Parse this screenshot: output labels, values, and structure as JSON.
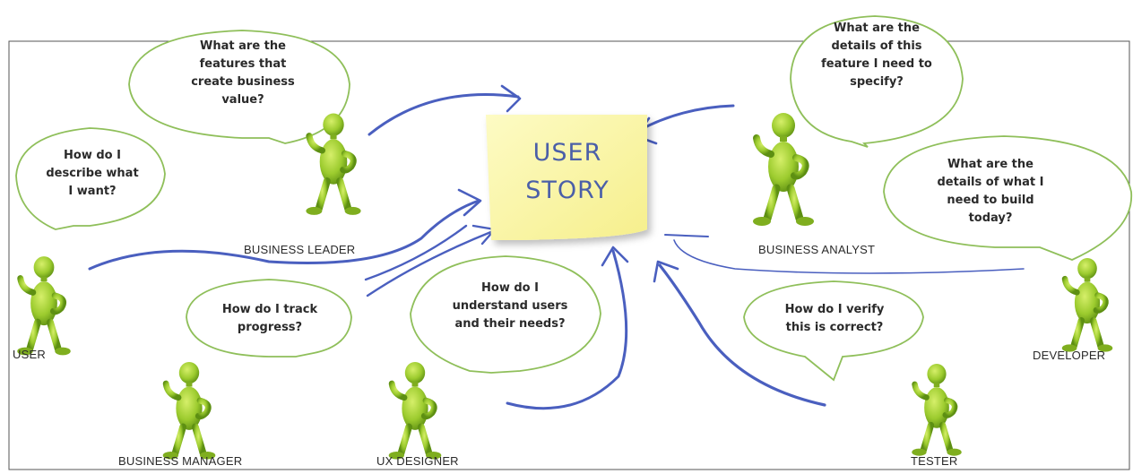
{
  "sticky_note": {
    "line1": "USER",
    "line2": "STORY"
  },
  "roles": {
    "user": "USER",
    "business_leader": "BUSINESS LEADER",
    "business_manager": "BUSINESS MANAGER",
    "ux_designer": "UX DESIGNER",
    "business_analyst": "BUSINESS ANALYST",
    "tester": "TESTER",
    "developer": "DEVELOPER"
  },
  "questions": {
    "user": [
      "How do I",
      "describe what",
      "I want?"
    ],
    "business_leader": [
      "What are the",
      "features that",
      "create business",
      "value?"
    ],
    "business_manager": [
      "How do I track",
      "progress?"
    ],
    "ux_designer": [
      "How do I",
      "understand users",
      "and their needs?"
    ],
    "business_analyst": [
      "What are the",
      "details of this",
      "feature I need to",
      "specify?"
    ],
    "developer": [
      "What are the",
      "details of what I",
      "need to build",
      "today?"
    ],
    "tester": [
      "How do I verify",
      "this is correct?"
    ]
  },
  "colors": {
    "bubble_border": "#8fbf5a",
    "arrow": "#4a5fbf",
    "figure_body": "#9ccb2e",
    "figure_dark": "#5d8f12",
    "sticky_fill": "#fbf7a6",
    "sticky_text": "#4b5fa8",
    "frame": "#555555"
  }
}
